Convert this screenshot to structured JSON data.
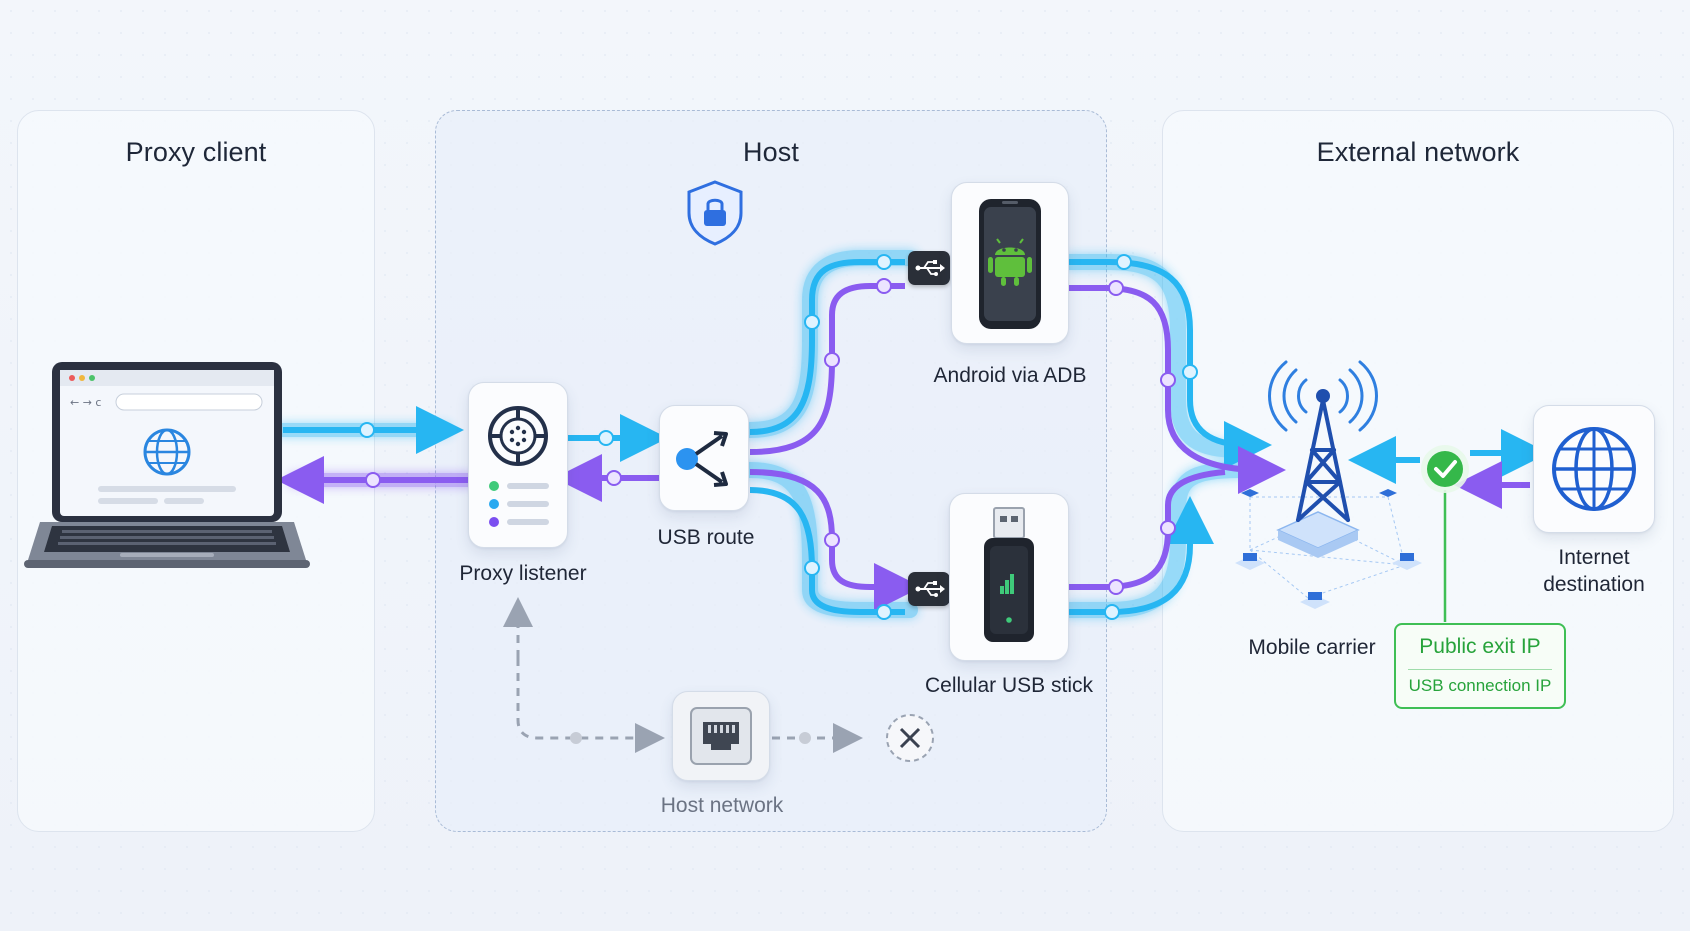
{
  "sections": {
    "client": "Proxy client",
    "host": "Host",
    "external": "External network"
  },
  "nodes": {
    "listener": "Proxy listener",
    "usb_route": "USB route",
    "android": "Android via ADB",
    "usb_stick": "Cellular USB stick",
    "host_network": "Host network",
    "carrier": "Mobile carrier",
    "internet_line1": "Internet",
    "internet_line2": "destination"
  },
  "exit_ip": {
    "title": "Public exit IP",
    "subtitle": "USB connection IP"
  },
  "colors": {
    "outbound": "#27b6f2",
    "inbound": "#8a5cf0",
    "exit": "#3fbf55",
    "blocked": "#9aa3b2"
  }
}
